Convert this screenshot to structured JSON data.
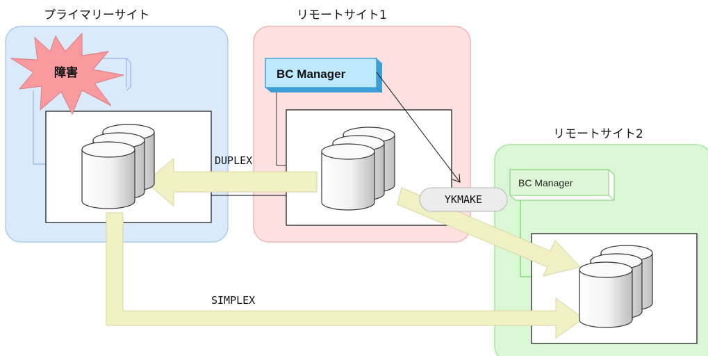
{
  "sites": {
    "primary": {
      "label": "プライマリーサイト"
    },
    "remote1": {
      "label": "リモートサイト1"
    },
    "remote2": {
      "label": "リモートサイト2"
    }
  },
  "failure": {
    "label": "障害"
  },
  "bc_manager": {
    "remote1_label": "BC Manager",
    "remote2_label": "BC Manager"
  },
  "links": {
    "duplex": "DUPLEX",
    "simplex": "SIMPLEX",
    "ykmake": "YKMAKE"
  },
  "colors": {
    "primary_bg": "#dbeafb",
    "primary_border": "#a9cdef",
    "remote1_bg": "#fde1e1",
    "remote1_border": "#f3b6b6",
    "remote2_bg": "#d9f7d5",
    "remote2_border": "#a7e6a0",
    "arrow_fill": "#f2f0c5",
    "arrow_stroke": "#d8d5a0",
    "burst_fill": "#f99a9f",
    "bc_active_fill": "#bfe9ff",
    "bc_active_side": "#3d9fd6",
    "bc_inactive_fill": "#dff7d8",
    "bc_inactive_border": "#8cd67f"
  }
}
